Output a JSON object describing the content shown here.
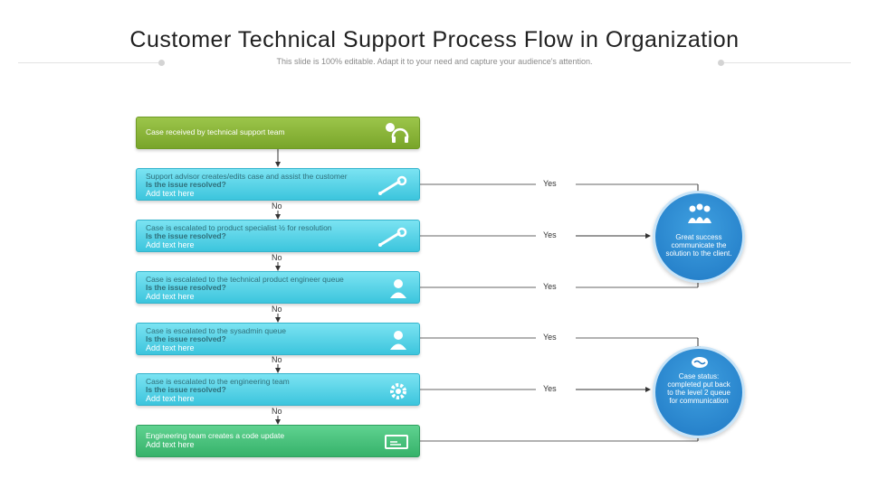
{
  "header": {
    "title": "Customer Technical Support Process Flow in Organization",
    "subtitle": "This slide is 100% editable. Adapt it to your need and capture your audience's attention."
  },
  "steps": [
    {
      "line1": "Case received by technical  support team",
      "color": "#79a52a",
      "icon": "headset-icon"
    },
    {
      "line1": "Support advisor creates/edits  case and assist  the customer",
      "question": "Is the issue  resolved?",
      "placeholder": "Add text here",
      "icon": "wrench-icon"
    },
    {
      "line1": "Case is escalated  to product specialist  ½ for resolution",
      "question": "Is the issue  resolved?",
      "placeholder": "Add text here",
      "icon": "wrench-icon"
    },
    {
      "line1": "Case is escalated  to the technical  product engineer queue",
      "question": "Is the issue  resolved?",
      "placeholder": "Add text here",
      "icon": "person-icon"
    },
    {
      "line1": "Case is escalated  to the sysadmin  queue",
      "question": "Is the issue  resolved?",
      "placeholder": "Add text here",
      "icon": "person-icon"
    },
    {
      "line1": "Case is escalated  to the engineering team",
      "question": "Is the issue  resolved?",
      "placeholder": "Add text here",
      "icon": "gear-icon"
    },
    {
      "line1": "Engineering team creates a code update",
      "placeholder": "Add text here",
      "color": "#36b26a",
      "icon": "monitor-icon"
    }
  ],
  "labels": {
    "no": "No",
    "yes": "Yes"
  },
  "outcomes": {
    "success": {
      "text": "Great success communicate the solution  to the client.",
      "icon": "team-icon"
    },
    "status": {
      "text": "Case status: completed put back to the level 2 queue for communication",
      "icon": "handshake-icon"
    }
  },
  "colors": {
    "cyan": "#3cc5dd",
    "circle": "#1f78c4"
  }
}
